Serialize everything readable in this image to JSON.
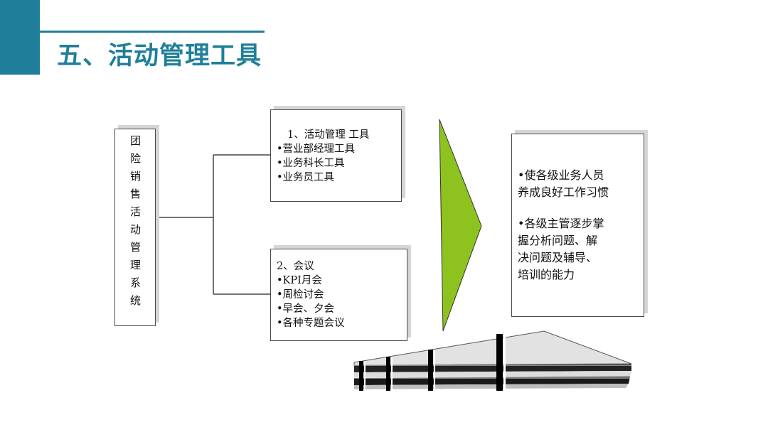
{
  "header": {
    "title": "五、活动管理工具",
    "accent_color": "#1f7f9a"
  },
  "diagram": {
    "root": {
      "label": "团险销售活动管理系统"
    },
    "branches": [
      {
        "heading": "1、活动管理 工具",
        "items": [
          "•营业部经理工具",
          "•业务科长工具",
          "•业务员工具"
        ]
      },
      {
        "heading": "2、会议",
        "items": [
          "•KPI月会",
          "•周检讨会",
          "•早会、夕会",
          "•各种专题会议"
        ]
      }
    ],
    "arrow_color": "#8dc21f",
    "result": {
      "paragraphs": [
        [
          "•使各级业务人员",
          "养成良好工作习惯"
        ],
        [
          "•各级主管逐步掌",
          "握分析问题、解",
          "决问题及辅导、",
          "培训的能力"
        ]
      ]
    },
    "illustration": {
      "icon": "building-icon"
    }
  }
}
